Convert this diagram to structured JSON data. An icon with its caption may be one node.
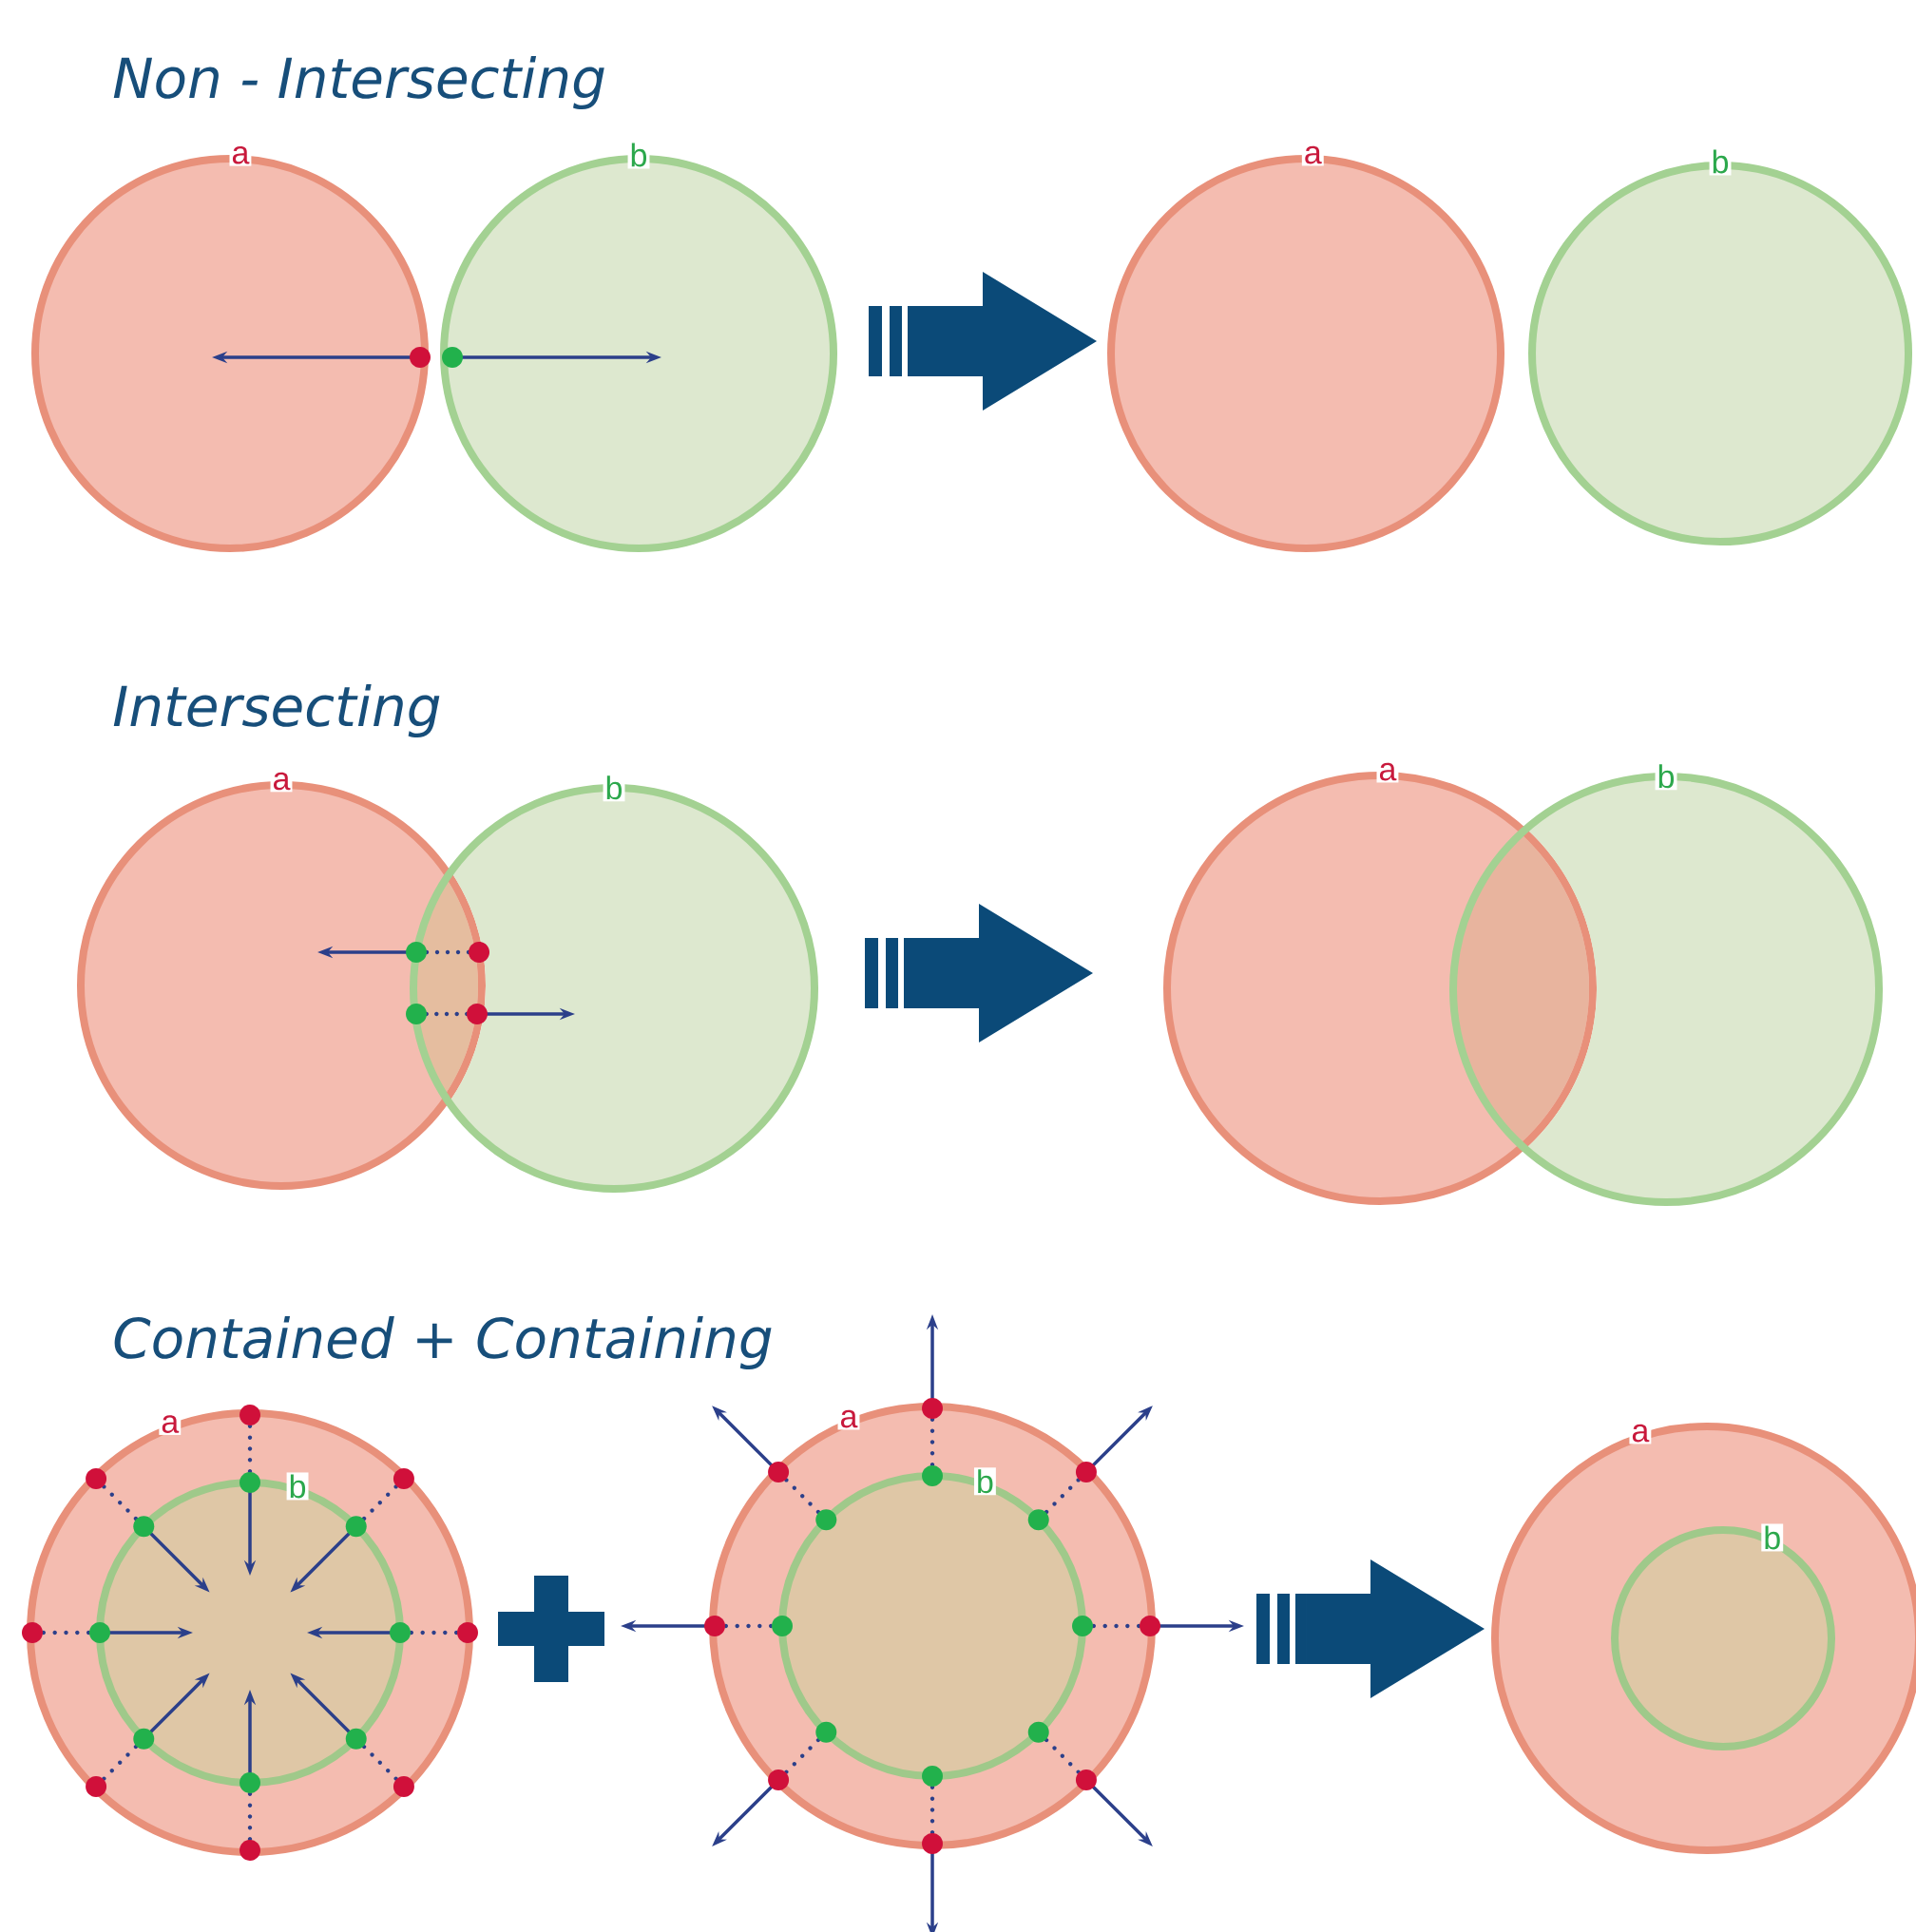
{
  "diagram": {
    "nodes": [
      {
        "text": [
          "a"
        ]
      },
      {
        "text": [
          "b"
        ]
      },
      {
        "text": [
          "a"
        ]
      },
      {
        "text": [
          "b"
        ]
      },
      {
        "text": [
          "a"
        ]
      },
      {
        "text": [
          "b"
        ]
      },
      {
        "text": [
          "a"
        ]
      },
      {
        "text": [
          "b"
        ]
      },
      {
        "text": [
          "a"
        ]
      },
      {
        "text": [
          "b"
        ],
        "in": 8
      },
      {
        "text": [
          "a"
        ]
      },
      {
        "text": [
          "b"
        ],
        "in": 10
      },
      {
        "text": [
          "a"
        ]
      },
      {
        "text": [
          "b"
        ],
        "in": 12
      }
    ],
    "labels": [
      "Non - Intersecting",
      "Intersecting",
      "Contained + Containing"
    ]
  }
}
